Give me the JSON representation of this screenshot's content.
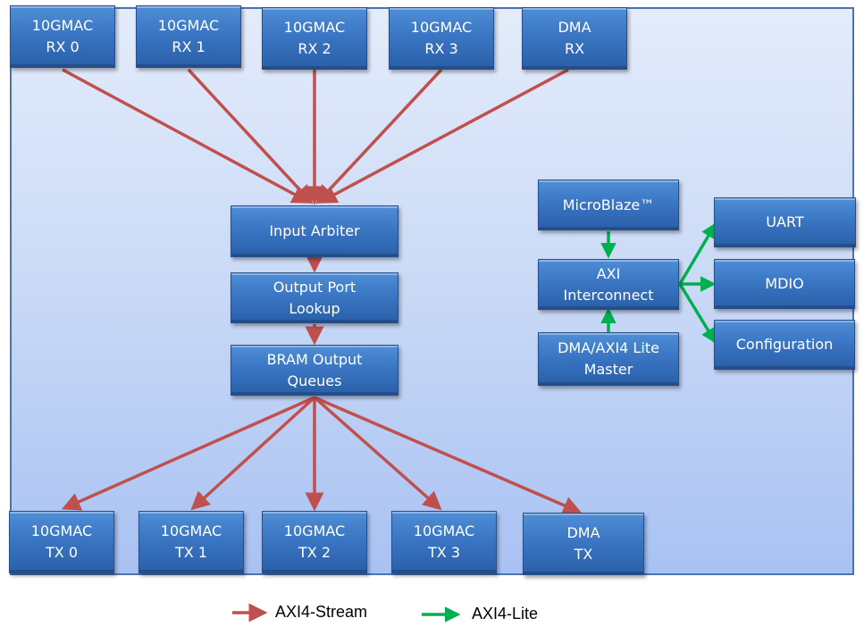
{
  "diagram": {
    "blocks": {
      "rx0": "10GMAC\nRX 0",
      "rx1": "10GMAC\nRX 1",
      "rx2": "10GMAC\nRX 2",
      "rx3": "10GMAC\nRX 3",
      "dma_rx": "DMA\nRX",
      "input_arbiter": "Input Arbiter",
      "output_port_lookup": "Output Port\nLookup",
      "bram_output_queues": "BRAM Output\nQueues",
      "tx0": "10GMAC\nTX 0",
      "tx1": "10GMAC\nTX 1",
      "tx2": "10GMAC\nTX 2",
      "tx3": "10GMAC\nTX 3",
      "dma_tx": "DMA\nTX",
      "microblaze": "MicroBlaze™",
      "axi_interconnect": "AXI\nInterconnect",
      "dma_axi4_lite_master": "DMA/AXI4 Lite\nMaster",
      "uart": "UART",
      "mdio": "MDIO",
      "configuration": "Configuration"
    },
    "colors": {
      "stream_arrow": "#c0504d",
      "lite_arrow": "#00b050",
      "block_fill": "#3a76c4",
      "panel_fill": "#c9d9f6"
    },
    "legend": {
      "stream_label": "AXI4-Stream",
      "lite_label": "AXI4-Lite"
    }
  }
}
